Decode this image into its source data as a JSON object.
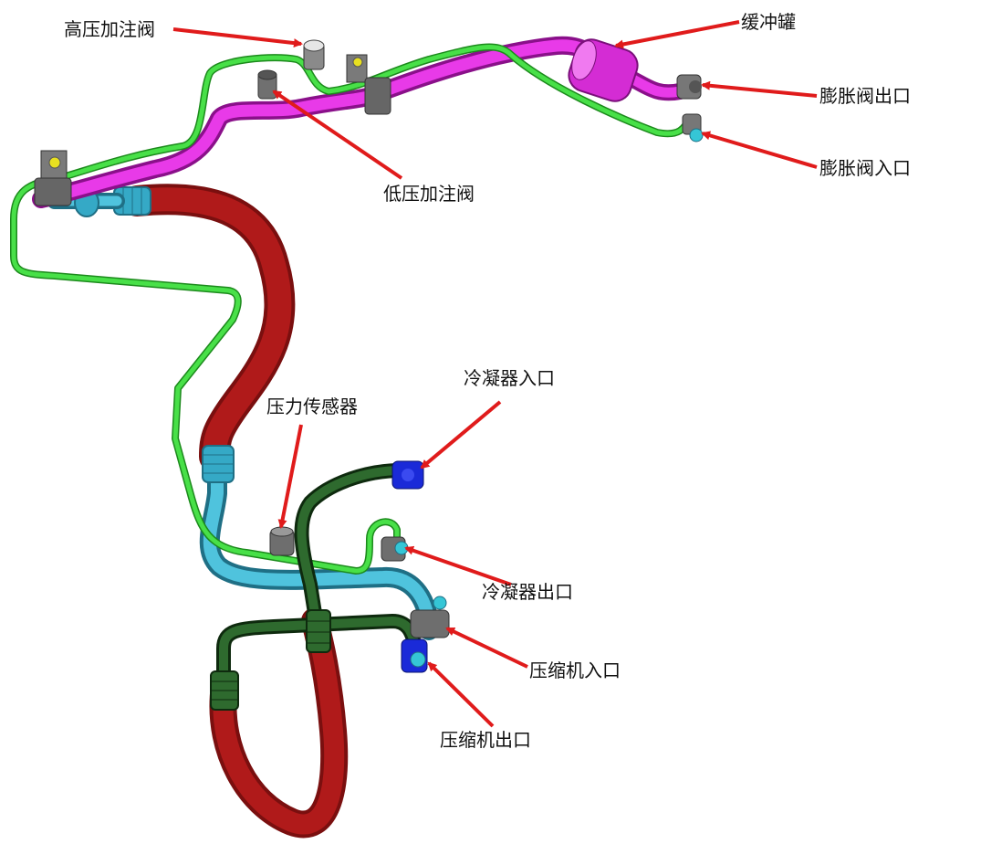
{
  "labels": {
    "high_pressure_valve": "高压加注阀",
    "low_pressure_valve": "低压加注阀",
    "buffer_tank": "缓冲罐",
    "expansion_valve_outlet": "膨胀阀出口",
    "expansion_valve_inlet": "膨胀阀入口",
    "condenser_inlet": "冷凝器入口",
    "pressure_sensor": "压力传感器",
    "condenser_outlet": "冷凝器出口",
    "compressor_inlet": "压缩机入口",
    "compressor_outlet": "压缩机出口"
  },
  "colors": {
    "green_pipe": "#3bd33b",
    "magenta_pipe": "#e020e0",
    "red_hose": "#b01a1a",
    "cyan_pipe": "#35a9c6",
    "dark_green_pipe": "#1f4d1f",
    "arrow": "#e01b1b",
    "fitting_gray": "#6e6e6e",
    "fitting_blue": "#1a2ad8"
  }
}
